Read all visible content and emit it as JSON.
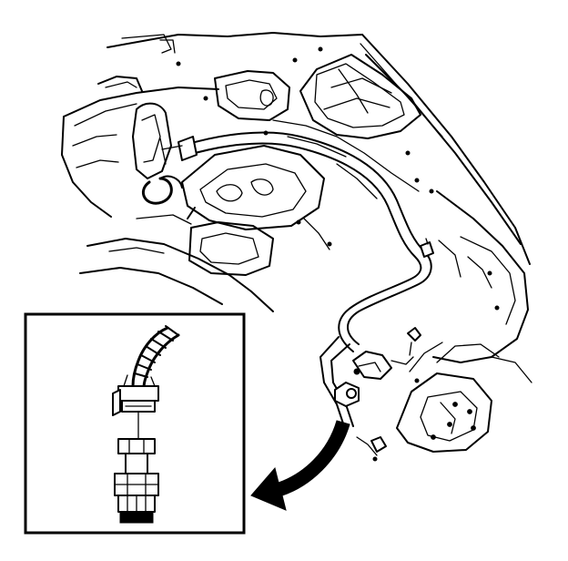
{
  "diagram": {
    "subject": "vehicle-engine-bay-with-ac-refrigerant-line",
    "detail_inset": "pressure-switch-with-harness-connector",
    "callout_arrow": "points-from-switch-location-to-detail-inset",
    "colors": {
      "line": "#000000",
      "background": "#ffffff"
    }
  }
}
